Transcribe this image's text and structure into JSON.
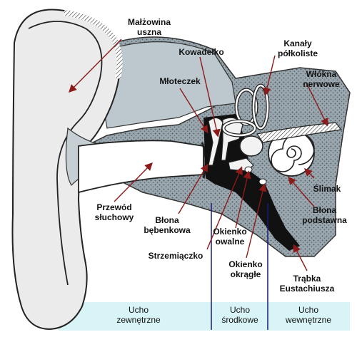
{
  "labels": {
    "malzowina": "Małżowina\nuszna",
    "kowadelko": "Kowadełko",
    "kanaly": "Kanały\npółkoliste",
    "mloteczek": "Młoteczek",
    "wlokna": "Włókna\nnerwowe",
    "slimak": "Ślimak",
    "blona_podstawna": "Błona\npodstawna",
    "przewod": "Przewód\nsłuchowy",
    "blona_bebenkowa": "Błona\nbębenkowa",
    "okienko_owalne": "Okienko\nowalne",
    "strzemiaczko": "Strzemiączko",
    "okienko_okragle": "Okienko\nokrągłe",
    "trabka": "Trąbka\nEustachiusza"
  },
  "sections": {
    "outer": "Ucho\nzewnętrzne",
    "middle": "Ucho\nśrodkowe",
    "inner": "Ucho\nwewnętrzne"
  },
  "colors": {
    "arrow": "#8b1a1a",
    "band": "#d9f4f6",
    "divider": "#1a1a7a",
    "tissue": "#bcc8ce",
    "bone": "#9aa6ad",
    "dark": "#111111"
  }
}
